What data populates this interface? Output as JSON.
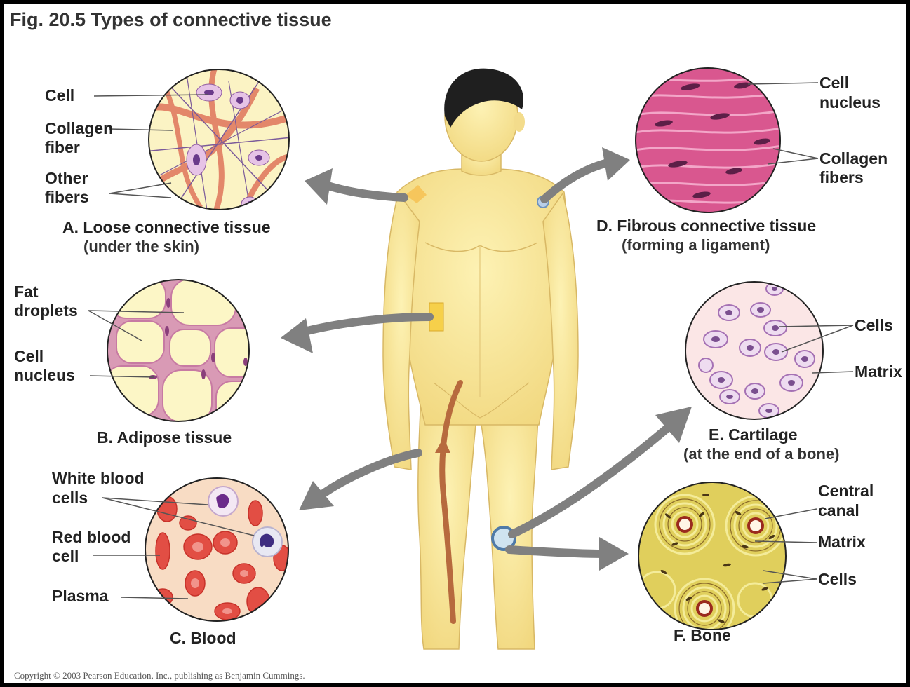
{
  "figure": {
    "title": "Fig. 20.5  Types of connective tissue",
    "copyright": "Copyright © 2003 Pearson Education, Inc., publishing as Benjamin Cummings."
  },
  "panels": {
    "a": {
      "caption": "A. Loose connective tissue",
      "subcaption": "(under the skin)",
      "labels": {
        "cell": "Cell",
        "collagen_1": "Collagen",
        "collagen_2": "fiber",
        "other_1": "Other",
        "other_2": "fibers"
      }
    },
    "b": {
      "caption": "B.  Adipose tissue",
      "labels": {
        "fat_1": "Fat",
        "fat_2": "droplets",
        "nucleus_1": "Cell",
        "nucleus_2": "nucleus"
      }
    },
    "c": {
      "caption": "C. Blood",
      "labels": {
        "wbc_1": "White blood",
        "wbc_2": "cells",
        "rbc_1": "Red blood",
        "rbc_2": "cell",
        "plasma": "Plasma"
      }
    },
    "d": {
      "caption": "D. Fibrous connective tissue",
      "subcaption": "(forming a ligament)",
      "labels": {
        "nucleus_1": "Cell",
        "nucleus_2": "nucleus",
        "collagen_1": "Collagen",
        "collagen_2": "fibers"
      }
    },
    "e": {
      "caption": "E. Cartilage",
      "subcaption": "(at the end of a bone)",
      "labels": {
        "cells": "Cells",
        "matrix": "Matrix"
      }
    },
    "f": {
      "caption": "F. Bone",
      "labels": {
        "canal_1": "Central",
        "canal_2": "canal",
        "matrix": "Matrix",
        "cells": "Cells"
      }
    }
  },
  "colors": {
    "loose_bg": "#fbf3c4",
    "adipose_bg": "#fcf6c6",
    "blood_bg": "#f8dcc4",
    "ligament_bg": "#d9578f",
    "cartilage_bg": "#fbe6e6",
    "bone_bg": "#e0cf5c",
    "body_skin": "#f9e89a",
    "arrow": "#808080"
  }
}
